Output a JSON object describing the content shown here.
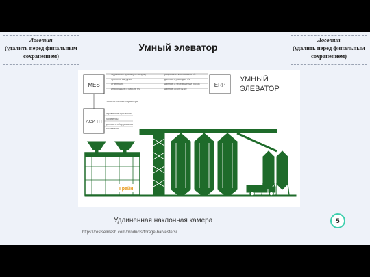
{
  "logo_left": {
    "title": "Логотип",
    "subtitle": "(удалить перед финальным сохранением)"
  },
  "logo_right": {
    "title": "Логотип",
    "subtitle": "(удалить перед финальным сохранением)"
  },
  "title": "Умный элеватор",
  "diagram": {
    "mes_label": "MES",
    "erp_label": "ERP",
    "asu_label": "АСУ ТП",
    "heading_line1": "УМНЫЙ",
    "heading_line2": "ЭЛЕВАТОР",
    "mes_left_links": [
      "задания на приемку и отгрузку",
      "прогресс выгрузки",
      "отчетность",
      "информация о работе т/с"
    ],
    "mes_right_links": [
      "результаты выполнения з/з",
      "данные о расходах з/з",
      "данные о перемещении грузов",
      "данные об отгрузке"
    ],
    "asu_links": [
      "технологические параметры",
      "управление процессом",
      "параметры",
      "данные о оборудовании",
      "показатели"
    ],
    "brand": "Грейн",
    "colors": {
      "structure": "#1e6b2a",
      "accent": "#3ecfae"
    }
  },
  "caption": "Удлиненная наклонная камера",
  "url": "https://rostselmash.com/products/forage-harvesters/",
  "page_number": "5"
}
